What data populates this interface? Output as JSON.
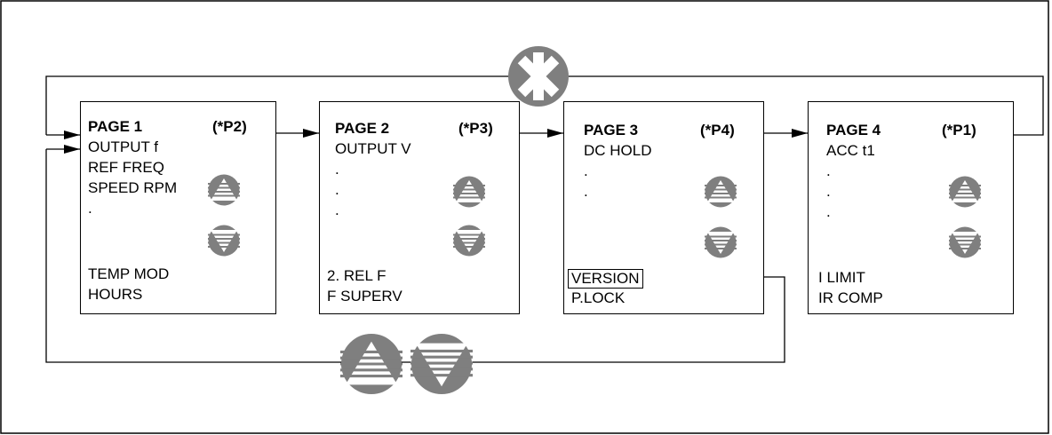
{
  "pages": [
    {
      "title": "PAGE 1",
      "code": "(*P2)",
      "lines": [
        "OUTPUT f",
        "REF FREQ",
        "SPEED RPM",
        ".",
        "",
        "",
        "TEMP MOD",
        "HOURS"
      ]
    },
    {
      "title": "PAGE 2",
      "code": "(*P3)",
      "lines": [
        "OUTPUT V",
        ".",
        ".",
        ".",
        "",
        "",
        "2. REL F",
        "F SUPERV"
      ]
    },
    {
      "title": "PAGE 3",
      "code": "(*P4)",
      "lines": [
        "DC HOLD",
        ".",
        ".",
        "",
        "",
        "",
        "VERSION",
        "P.LOCK"
      ]
    },
    {
      "title": "PAGE 4",
      "code": "(*P1)",
      "lines": [
        "ACC t1",
        ".",
        ".",
        ".",
        "",
        "",
        "I LIMIT",
        "IR COMP"
      ]
    }
  ],
  "icons": {
    "up": "up-arrow-button-icon",
    "down": "down-arrow-button-icon",
    "cycle": "star-button-icon"
  },
  "colors": {
    "button_fill": "#7f7f7f",
    "line": "#000000"
  }
}
